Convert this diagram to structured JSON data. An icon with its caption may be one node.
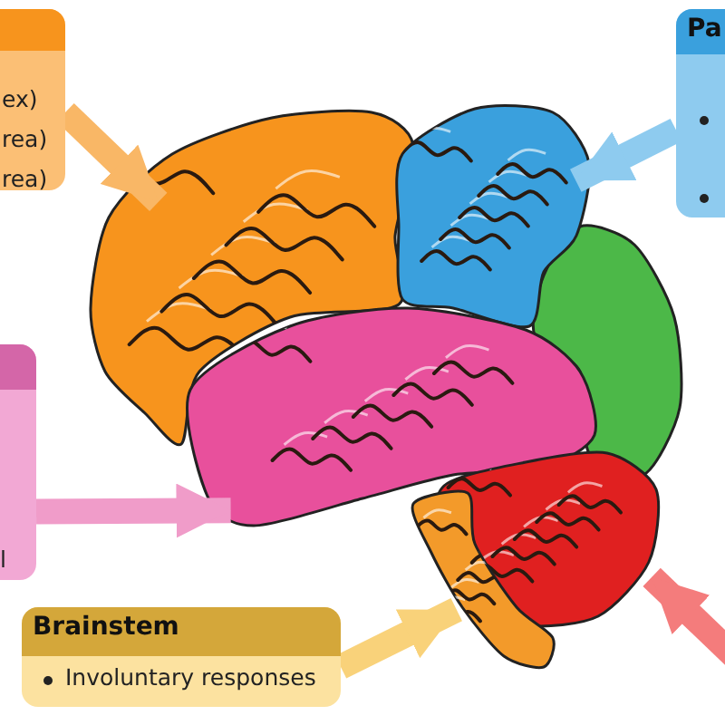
{
  "diagram": {
    "nodes": [
      {
        "text": [
          "ex)",
          "rea)",
          "rea)"
        ]
      },
      {
        "text": [
          "Pa"
        ]
      },
      {
        "text": [
          "l"
        ]
      },
      {
        "text": [
          "Brainstem",
          "Involuntary responses"
        ]
      },
      {
        "text": [],
        "shape": "picture"
      },
      {
        "text": [],
        "shape": "picture"
      },
      {
        "text": [],
        "shape": "picture"
      },
      {
        "text": [],
        "shape": "picture"
      },
      {
        "text": [],
        "shape": "picture"
      }
    ],
    "edges": [
      {
        "from": 0,
        "to": 4,
        "arrow": "to",
        "color": "#f9b766"
      },
      {
        "from": 1,
        "to": 5,
        "arrow": "to",
        "color": "#8ecbef"
      },
      {
        "from": 2,
        "to": 6,
        "arrow": "to",
        "color": "#f09cc9"
      },
      {
        "from": 3,
        "to": 8,
        "arrow": "to",
        "color": "#f9d27a"
      },
      {
        "from": null,
        "to": 7,
        "arrow": "to",
        "color": "#f47c7c"
      }
    ]
  }
}
